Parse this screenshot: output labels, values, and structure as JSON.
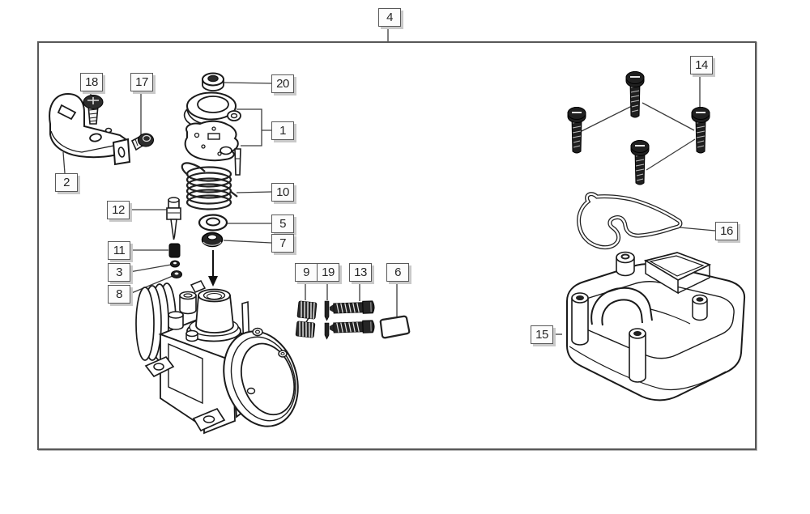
{
  "diagram": {
    "type": "exploded-parts-line-drawing",
    "callouts": {
      "n1": "1",
      "n2": "2",
      "n3": "3",
      "n4": "4",
      "n5": "5",
      "n6": "6",
      "n7": "7",
      "n8": "8",
      "n9": "9",
      "n10": "10",
      "n11": "11",
      "n12": "12",
      "n13": "13",
      "n14": "14",
      "n15": "15",
      "n16": "16",
      "n17": "17",
      "n18": "18",
      "n19": "19",
      "n20": "20"
    },
    "colors": {
      "line_art": "#1a1a1a",
      "dark_part_fill": "#222222",
      "leader_line": "#3c3c3c",
      "frame_border": "#585858",
      "label_background": "#fcfcfc",
      "label_border": "#595959",
      "label_shadow": "#c9c9c9",
      "label_text": "#262626",
      "page_background": "#ffffff"
    }
  }
}
